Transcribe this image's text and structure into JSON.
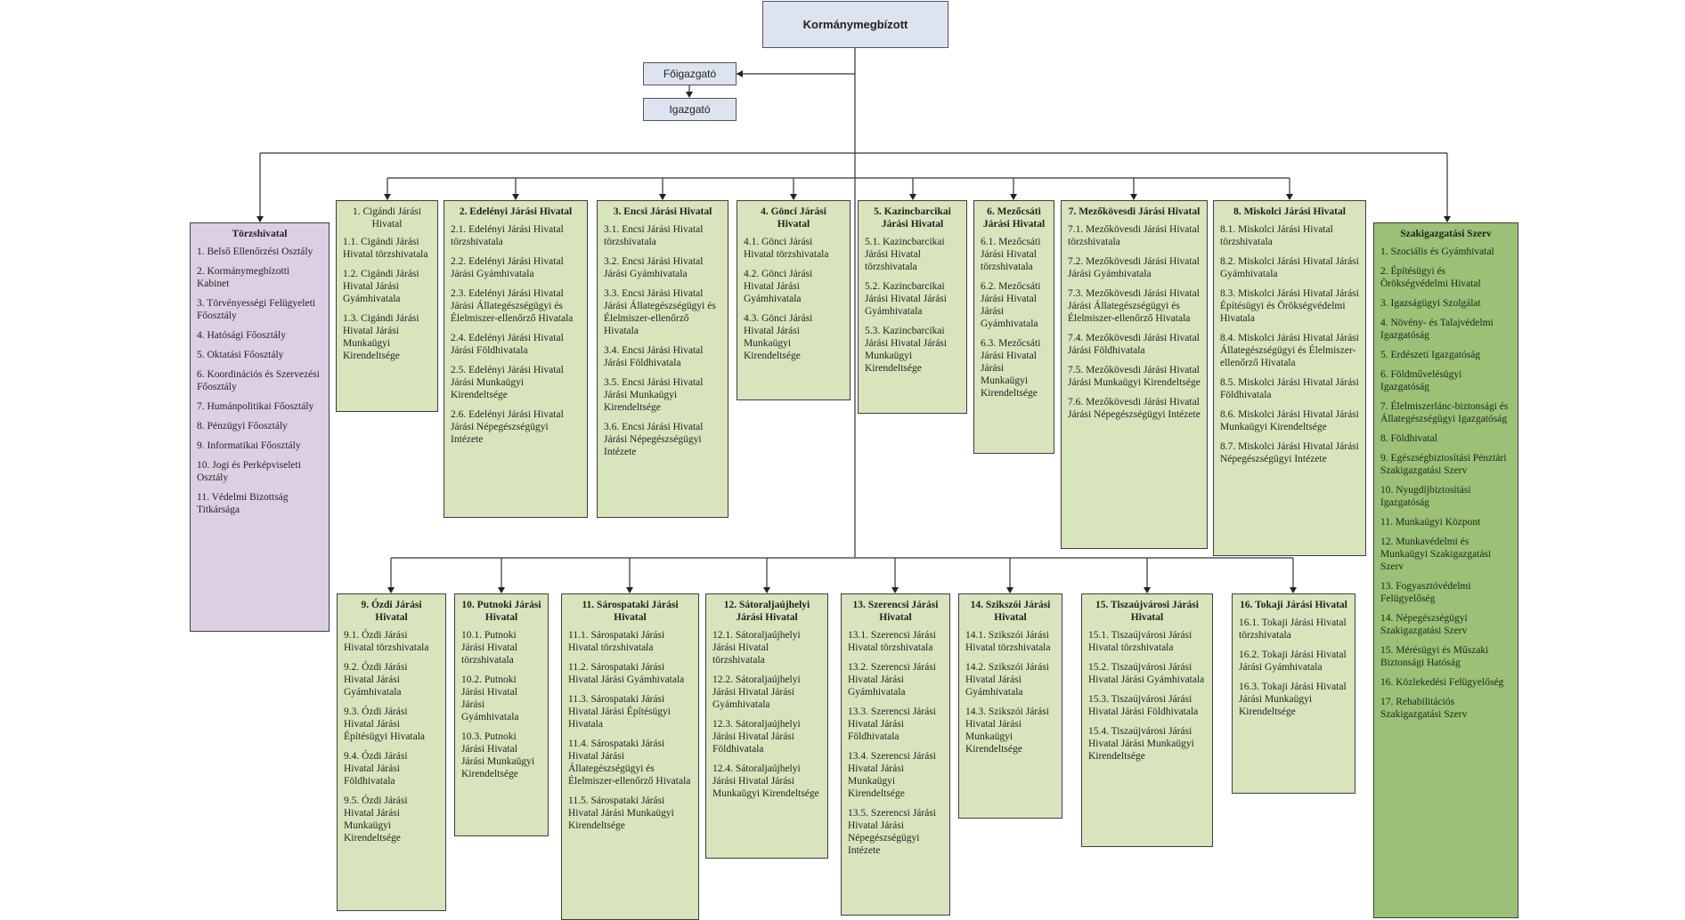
{
  "top": {
    "kormanymegbizott": "Kormánymegbízott",
    "foigazgato": "Főigazgató",
    "igazgato": "Igazgató"
  },
  "torzshivatal": {
    "title": "Törzshivatal",
    "items": [
      "1. Belső Ellenőrzési Osztály",
      "2. Kormánymegbízotti Kabinet",
      "3. Törvényességi Felügyeleti Főosztály",
      "4. Hatósági Főosztály",
      "5. Oktatási Főosztály",
      "6. Koordinációs és Szervezési Főosztály",
      "7. Humánpolitikai Főosztály",
      "8. Pénzügyi Főosztály",
      "9. Informatikai Főosztály",
      "10. Jogi és Perképviseleti Osztály",
      "11. Védelmi Bizottság Titkársága"
    ]
  },
  "row1": [
    {
      "title": "1. Cigándi Járási Hivatal",
      "items": [
        "1.1. Cigándi Járási Hivatal törzshivatala",
        "1.2. Cigándi Járási Hivatal Járási Gyámhivatala",
        "1.3. Cigándi Járási Hivatal Járási Munkaügyi Kirendeltsége"
      ]
    },
    {
      "title": "2. Edelényi Járási Hivatal",
      "items": [
        "2.1. Edelényi Járási Hivatal törzshivatala",
        "2.2. Edelényi Járási Hivatal Járási Gyámhivatala",
        "2.3. Edelényi Járási Hivatal Járási Állategészségügyi és Élelmiszer-ellenőrző Hivatala",
        "2.4. Edelényi Járási Hivatal Járási Földhivatala",
        "2.5. Edelényi Járási Hivatal Járási Munkaügyi Kirendeltsége",
        "2.6. Edelényi Járási Hivatal Járási Népegészségügyi Intézete"
      ]
    },
    {
      "title": "3. Encsi Járási Hivatal",
      "items": [
        "3.1. Encsi Járási Hivatal törzshivatala",
        "3.2. Encsi Járási Hivatal Járási Gyámhivatala",
        "3.3. Encsi Járási Hivatal Járási Állategészségügyi és Élelmiszer-ellenőrző Hivatala",
        "3.4. Encsi Járási Hivatal Járási Földhivatala",
        "3.5. Encsi Járási Hivatal Járási Munkaügyi Kirendeltsége",
        "3.6. Encsi Járási Hivatal Járási Népegészségügyi Intézete"
      ]
    },
    {
      "title": "4. Gönci Járási Hivatal",
      "items": [
        "4.1. Gönci Járási Hivatal törzshivatala",
        "4.2. Gönci Járási Hivatal Járási Gyámhivatala",
        "4.3. Gönci Járási Hivatal Járási Munkaügyi Kirendeltsége"
      ]
    },
    {
      "title": "5. Kazincbarcikai Járási Hivatal",
      "items": [
        "5.1. Kazincbarcikai Járási Hivatal törzshivatala",
        "5.2. Kazincbarcikai Járási Hivatal Járási Gyámhivatala",
        "5.3. Kazincbarcikai Járási Hivatal Járási Munkaügyi Kirendeltsége"
      ]
    },
    {
      "title": "6. Mezőcsáti Járási Hivatal",
      "items": [
        "6.1. Mezőcsáti Járási Hivatal törzshivatala",
        "6.2. Mezőcsáti Járási Hivatal Járási Gyámhivatala",
        "6.3. Mezőcsáti Járási Hivatal Járási Munkaügyi Kirendeltsége"
      ]
    },
    {
      "title": "7. Mezőkövesdi Járási Hivatal",
      "items": [
        "7.1. Mezőkövesdi Járási Hivatal törzshivatala",
        "7.2. Mezőkövesdi Járási Hivatal Járási Gyámhivatala",
        "7.3. Mezőkövesdi Járási Hivatal Járási Állategészségügyi és Élelmiszer-ellenőrző Hivatala",
        "7.4. Mezőkövesdi Járási Hivatal Járási Földhivatala",
        "7.5. Mezőkövesdi Járási Hivatal Járási Munkaügyi Kirendeltsége",
        "7.6. Mezőkövesdi Járási Hivatal Járási Népegészségügyi Intézete"
      ]
    },
    {
      "title": "8. Miskolci Járási Hivatal",
      "items": [
        "8.1. Miskolci Járási Hivatal törzshivatala",
        "8.2. Miskolci Járási Hivatal Járási Gyámhivatala",
        "8.3. Miskolci Járási Hivatal Járási Építésügyi és Örökségvédelmi Hivatala",
        "8.4. Miskolci Járási Hivatal Járási Állategészségügyi és Élelmiszer-ellenőrző Hivatala",
        "8.5. Miskolci Járási Hivatal Járási Földhivatala",
        "8.6. Miskolci Járási Hivatal Járási Munkaügyi Kirendeltsége",
        "8.7. Miskolci Járási Hivatal Járási Népegészségügyi Intézete"
      ]
    }
  ],
  "row2": [
    {
      "title": "9. Ózdi Járási Hivatal",
      "items": [
        "9.1. Ózdi Járási Hivatal törzshivatala",
        "9.2. Ózdi Járási Hivatal Járási Gyámhivatala",
        "9.3. Ózdi Járási Hivatal Járási Építésügyi Hivatala",
        "9.4. Ózdi Járási Hivatal Járási Földhivatala",
        "9.5. Ózdi Járási Hivatal Járási Munkaügyi Kirendeltsége"
      ]
    },
    {
      "title": "10. Putnoki Járási Hivatal",
      "items": [
        "10.1. Putnoki Járási Hivatal törzshivatala",
        "10.2. Putnoki Járási Hivatal Járási Gyámhivatala",
        "10.3. Putnoki Járási Hivatal Járási Munkaügyi Kirendeltsége"
      ]
    },
    {
      "title": "11. Sárospataki Járási Hivatal",
      "items": [
        "11.1. Sárospataki Járási Hivatal törzshivatala",
        "11.2. Sárospataki Járási Hivatal Járási Gyámhivatala",
        "11.3. Sárospataki Járási Hivatal Járási Építésügyi Hivatala",
        "11.4. Sárospataki Járási Hivatal Járási Állategészségügyi és Élelmiszer-ellenőrző Hivatala",
        "11.5. Sárospataki Járási Hivatal Járási Munkaügyi Kirendeltsége"
      ]
    },
    {
      "title": "12. Sátoraljaújhelyi Járási Hivatal",
      "items": [
        "12.1. Sátoraljaújhelyi Járási Hivatal törzshivatala",
        "12.2. Sátoraljaújhelyi Járási Hivatal Járási Gyámhivatala",
        "12.3. Sátoraljaújhelyi Járási Hivatal Járási Földhivatala",
        "12.4. Sátoraljaújhelyi Járási Hivatal Járási Munkaügyi Kirendeltsége"
      ]
    },
    {
      "title": "13. Szerencsi Járási Hivatal",
      "items": [
        "13.1. Szerencsi Járási Hivatal törzshivatala",
        "13.2. Szerencsi Járási Hivatal Járási Gyámhivatala",
        "13.3. Szerencsi Járási Hivatal Járási Földhivatala",
        "13.4. Szerencsi Járási Hivatal Járási Munkaügyi Kirendeltsége",
        "13.5. Szerencsi Járási Hivatal Járási Népegészségügyi Intézete"
      ]
    },
    {
      "title": "14. Szikszói Járási Hivatal",
      "items": [
        "14.1. Szikszói Járási Hivatal törzshivatala",
        "14.2. Szikszói Járási Hivatal Járási Gyámhivatala",
        "14.3. Szikszói Járási Hivatal Járási Munkaügyi Kirendeltsége"
      ]
    },
    {
      "title": "15. Tiszaújvárosi Járási Hivatal",
      "items": [
        "15.1. Tiszaújvárosi Járási Hivatal törzshivatala",
        "15.2. Tiszaújvárosi Járási Hivatal Járási Gyámhivatala",
        "15.3. Tiszaújvárosi Járási Hivatal Járási Földhivatala",
        "15.4. Tiszaújvárosi Járási Hivatal Járási Munkaügyi Kirendeltsége"
      ]
    },
    {
      "title": "16. Tokaji Járási Hivatal",
      "items": [
        "16.1. Tokaji Járási Hivatal törzshivatala",
        "16.2. Tokaji Járási Hivatal Járási Gyámhivatala",
        "16.3. Tokaji Járási Hivatal Járási Munkaügyi Kirendeltsége"
      ]
    }
  ],
  "szakigazgatasi": {
    "title": "Szakigazgatási Szerv",
    "items": [
      "1. Szociális és Gyámhivatal",
      "2. Építésügyi és Örökségvédelmi Hivatal",
      "3. Igazságügyi Szolgálat",
      "4. Növény- és Talajvédelmi Igazgatóság",
      "5. Erdészeti Igazgatóság",
      "6. Földművelésügyi Igazgatóság",
      "7. Élelmiszerlánc-biztonsági és Állategészségügyi Igazgatóság",
      "8. Földhivatal",
      "9. Egészségbiztosítási Pénztári Szakigazgatási Szerv",
      "10. Nyugdíjbiztosítási Igazgatóság",
      "11. Munkaügyi Központ",
      "12. Munkavédelmi és Munkaügyi Szakigazgatási Szerv",
      "13. Fogyasztóvédelmi Felügyelőség",
      "14. Népegészségügyi Szakigazgatási Szerv",
      "15. Mérésügyi és Műszaki Biztonsági Hatóság",
      "16. Közlekedési Felügyelőség",
      "17. Rehabilitációs Szakigazgatási Szerv"
    ]
  }
}
